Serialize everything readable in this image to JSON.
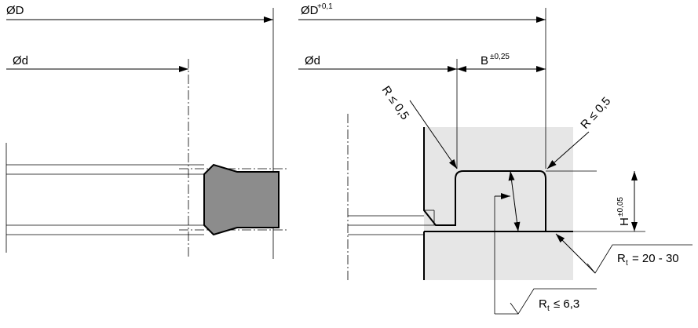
{
  "left_view": {
    "outer_dia": "ØD",
    "inner_dia": "Ød"
  },
  "right_view": {
    "outer_dia": "ØD",
    "outer_dia_tol": "+0,1",
    "inner_dia": "Ød",
    "width": "B",
    "width_tol": "±0,25",
    "height": "H",
    "height_tol": "±0,05",
    "radius_left": "R ≤ 0,5",
    "radius_right": "R ≤ 0,5",
    "roughness_1_sym": "R",
    "roughness_1_sub": "t",
    "roughness_1_val": "= 20 - 30",
    "roughness_2_sym": "R",
    "roughness_2_sub": "t",
    "roughness_2_val": "≤ 6,3"
  },
  "colors": {
    "seal_fill": "#8c8c8c",
    "groove_shade": "#e6e6e6",
    "line": "#000000"
  }
}
